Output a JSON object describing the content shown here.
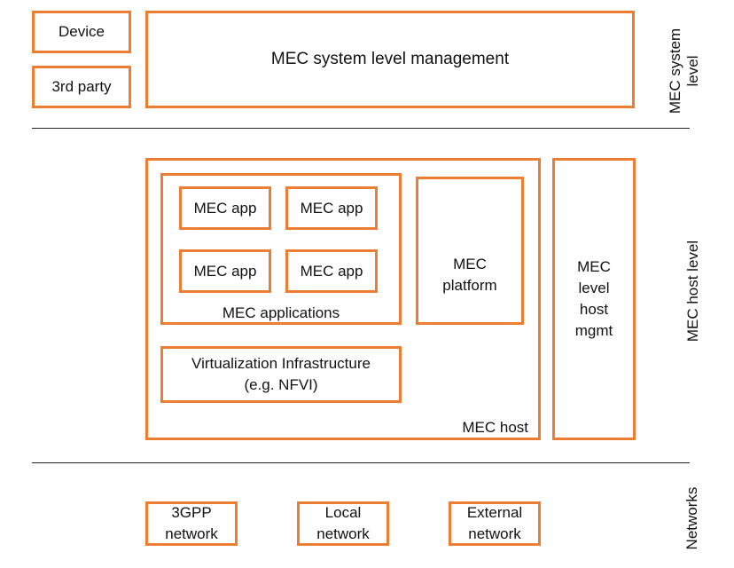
{
  "levels": {
    "system": "MEC system\nlevel",
    "host": "MEC host level",
    "networks": "Networks"
  },
  "system_level": {
    "device": "Device",
    "third_party": "3rd party",
    "management": "MEC system level management"
  },
  "host_level": {
    "apps": [
      "MEC app",
      "MEC app",
      "MEC app",
      "MEC app"
    ],
    "applications_label": "MEC applications",
    "platform": "MEC\nplatform",
    "virtualization": "Virtualization Infrastructure\n(e.g. NFVI)",
    "host_label": "MEC host",
    "host_mgmt": "MEC\nlevel\nhost\nmgmt"
  },
  "networks": {
    "items": [
      "3GPP\nnetwork",
      "Local\nnetwork",
      "External\nnetwork"
    ]
  },
  "colors": {
    "box_border": "#ED7D31",
    "separator": "#222222"
  }
}
